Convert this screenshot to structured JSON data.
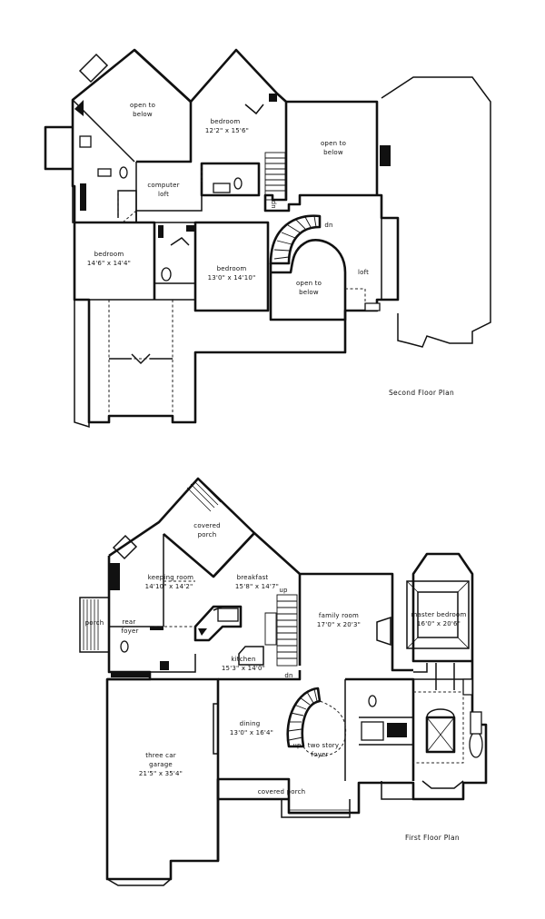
{
  "second_floor": {
    "title": "Second Floor Plan",
    "rooms": {
      "open_below_1": [
        "open to",
        "below"
      ],
      "bedroom_a": [
        "bedroom",
        "12'2\" x 15'6\""
      ],
      "open_below_2": [
        "open to",
        "below"
      ],
      "computer_loft": [
        "computer",
        "loft"
      ],
      "bedroom_b": [
        "bedroom",
        "14'6\" x 14'4\""
      ],
      "bedroom_c": [
        "bedroom",
        "13'0\" x 14'10\""
      ],
      "open_below_3": [
        "open to",
        "below"
      ],
      "loft": "loft",
      "dn": "dn",
      "up": "up"
    }
  },
  "first_floor": {
    "title": "First Floor Plan",
    "rooms": {
      "covered_porch_top": [
        "covered",
        "porch"
      ],
      "keeping_room": [
        "keeping room",
        "14'10\" x 14'2\""
      ],
      "breakfast": [
        "breakfast",
        "15'8\" x 14'7\""
      ],
      "family_room": [
        "family room",
        "17'0\" x 20'3\""
      ],
      "master_bedroom": [
        "master bedroom",
        "16'0\" x 20'6\""
      ],
      "porch": "porch",
      "rear_foyer": [
        "rear",
        "foyer"
      ],
      "kitchen": [
        "kitchen",
        "15'3\" x 14'0\""
      ],
      "dining": [
        "dining",
        "13'0\" x 16'4\""
      ],
      "three_car_garage": [
        "three car",
        "garage",
        "21'5\" x 35'4\""
      ],
      "two_story_foyer": [
        "two story",
        "foyer"
      ],
      "covered_porch_front": "covered porch",
      "up": "up",
      "dn": "dn"
    }
  }
}
